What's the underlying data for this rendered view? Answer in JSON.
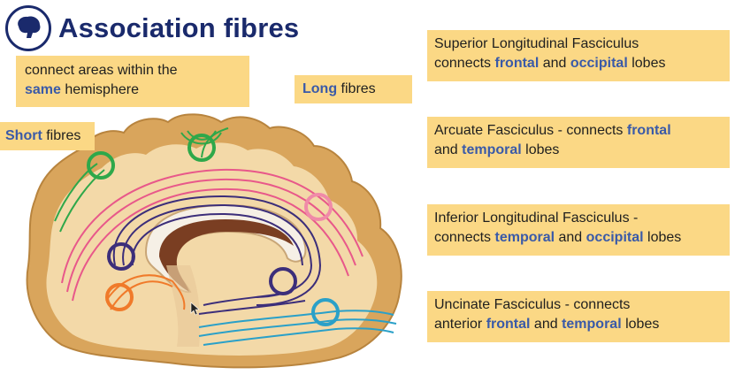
{
  "title": "Association fibres",
  "notes": {
    "connect_prefix": "connect areas within the",
    "connect_same": "same",
    "connect_suffix": " hemisphere",
    "long_bold": "Long",
    "long_rest": " fibres",
    "short_bold": "Short",
    "short_rest": " fibres"
  },
  "cards": [
    {
      "line1": "Superior Longitudinal Fasciculus",
      "line2_prefix": "connects ",
      "term1": "frontal",
      "mid": " and ",
      "term2": "occipital",
      "suffix": " lobes"
    },
    {
      "line1_prefix": "Arcuate Fasciculus - connects ",
      "term1": "frontal",
      "line2_prefix": "and ",
      "term2": "temporal",
      "suffix": " lobes"
    },
    {
      "line1": "Inferior Longitudinal Fasciculus -",
      "line2_prefix": "connects ",
      "term1": "temporal",
      "mid": " and ",
      "term2": "occipital",
      "suffix": " lobes"
    },
    {
      "line1": "Uncinate Fasciculus - connects",
      "line2_prefix": "anterior ",
      "term1": "frontal",
      "mid": " and ",
      "term2": "temporal",
      "suffix": " lobes"
    }
  ],
  "colors": {
    "title": "#1a2a6c",
    "note_background": "#fbd885",
    "highlight": "#3a5aa8",
    "brain_outer": "#d9a55c",
    "brain_inner": "#f3d9a8",
    "short_fibres": "#2ea84a",
    "superior_longitudinal": "#e8588a",
    "inferior_longitudinal": "#3c2e7a",
    "uncinate": "#2aa0c8",
    "arcuate": "#f07a2a",
    "ventricle": "#7a3e22"
  },
  "icons": {
    "title_badge": "brain-icon"
  }
}
